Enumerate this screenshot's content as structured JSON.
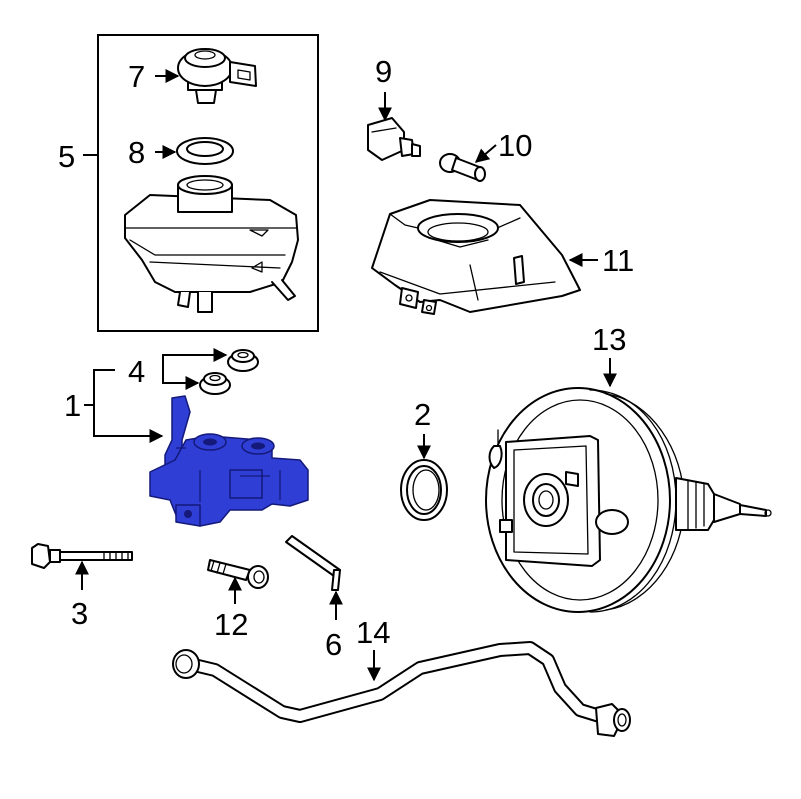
{
  "callouts": {
    "n1": "1",
    "n2": "2",
    "n3": "3",
    "n4": "4",
    "n5": "5",
    "n6": "6",
    "n7": "7",
    "n8": "8",
    "n9": "9",
    "n10": "10",
    "n11": "11",
    "n12": "12",
    "n13": "13",
    "n14": "14"
  },
  "highlight_color": "#2f3fd6",
  "highlighted_part": "1"
}
